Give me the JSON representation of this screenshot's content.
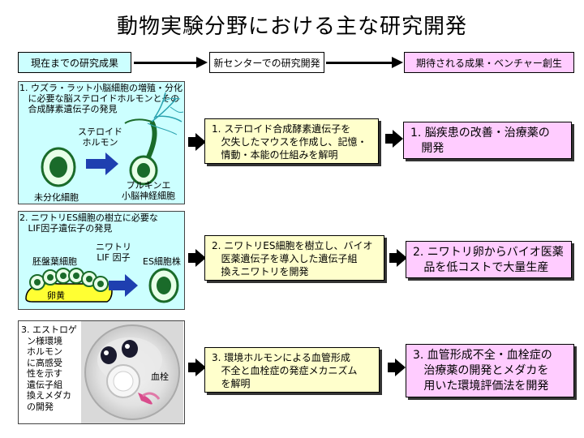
{
  "title": "動物実験分野における主な研究開発",
  "headers": {
    "current": "現在までの研究成果",
    "center": "新センターでの研究開発",
    "expected": "期待される成果・ベンチャー創生"
  },
  "rows": [
    {
      "panel_text": "1. ウズラ・ラット小脳細胞の増殖・分化\n   に必要な脳ステロイドホルモンとその\n   合成酵素遺伝子の発見",
      "steroid": "ステロイド\nホルモン",
      "undiff": "未分化細胞",
      "purkinje": "プルキンエ\n小脳神経細胞",
      "center_text": "1. ステロイド合成酵素遺伝子を\n   欠失したマウスを作成し、記憶・\n   情動・本能の仕組みを解明",
      "result_text": "1. 脳疾患の改善・治療薬の\n   開発"
    },
    {
      "panel_text": "2. ニワトリES細胞の樹立に必要な\n   LIF因子遺伝子の発見",
      "blastoderm": "胚盤葉細胞",
      "lif": "ニワトリ\nLIF 因子",
      "es_line": "ES細胞株",
      "yolk": "卵黄",
      "center_text": "2. ニワトリES細胞を樹立し、バイオ\n   医薬遺伝子を導入した遺伝子組\n   換えニワトリを開発",
      "result_text": "2. ニワトリ卵からバイオ医薬\n   品を低コストで大量生産"
    },
    {
      "panel_text": "3. エストロゲ\n  ン様環境\n  ホルモン\n  に高感受\n  性を示す\n  遺伝子組\n  換えメダカ\n  の開発",
      "thrombus": "血栓",
      "center_text": "3. 環境ホルモンによる血管形成\n   不全と血栓症の発症メカニズム\n   を解明",
      "result_text": "3. 血管形成不全・血栓症の\n   治療薬の開発とメダカを\n   用いた環境評価法を開発"
    }
  ],
  "colors": {
    "panel": "#ccffff",
    "center_box": "#ffffcc",
    "result_box": "#ffccff",
    "cell_green": "#1a6b2a",
    "arrow_blue": "#1f3fb0",
    "yolk": "#ffff33"
  }
}
